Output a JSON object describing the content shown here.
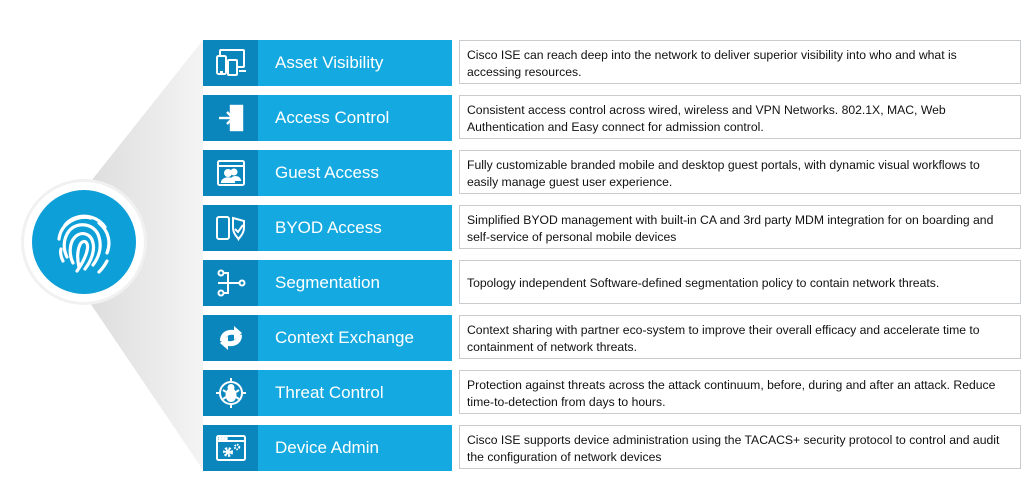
{
  "colors": {
    "tile": "#14a9e0",
    "icon_box": "#0b86bd",
    "fingerprint_circle": "#0c9fd8",
    "border": "#c9ccce"
  },
  "center_icon": "fingerprint-icon",
  "items": [
    {
      "label": "Asset Visibility",
      "icon": "devices-icon",
      "description": "Cisco ISE can reach deep into the network to deliver superior visibility into who and what is accessing resources."
    },
    {
      "label": "Access Control",
      "icon": "sign-in-icon",
      "description": "Consistent access control across wired, wireless and VPN Networks. 802.1X, MAC, Web Authentication and Easy connect for admission control."
    },
    {
      "label": "Guest Access",
      "icon": "guest-users-icon",
      "description": "Fully customizable branded mobile and desktop guest portals, with dynamic visual workflows to easily manage guest user experience."
    },
    {
      "label": "BYOD Access",
      "icon": "mobile-shield-icon",
      "description": "Simplified BYOD management with built-in CA and 3rd party MDM integration for on boarding and self-service of personal mobile devices"
    },
    {
      "label": "Segmentation",
      "icon": "segmentation-icon",
      "description": "Topology independent Software-defined segmentation policy to contain network threats."
    },
    {
      "label": "Context Exchange",
      "icon": "exchange-arrows-icon",
      "description": "Context sharing with partner eco-system to improve their overall efficacy and accelerate time to containment of network threats."
    },
    {
      "label": "Threat Control",
      "icon": "bug-target-icon",
      "description": "Protection against threats across the attack continuum, before, during and after an attack. Reduce time-to-detection from days to hours."
    },
    {
      "label": "Device Admin",
      "icon": "admin-gear-window-icon",
      "description": "Cisco ISE supports device administration using the TACACS+ security protocol to control and audit the configuration of network devices"
    }
  ]
}
